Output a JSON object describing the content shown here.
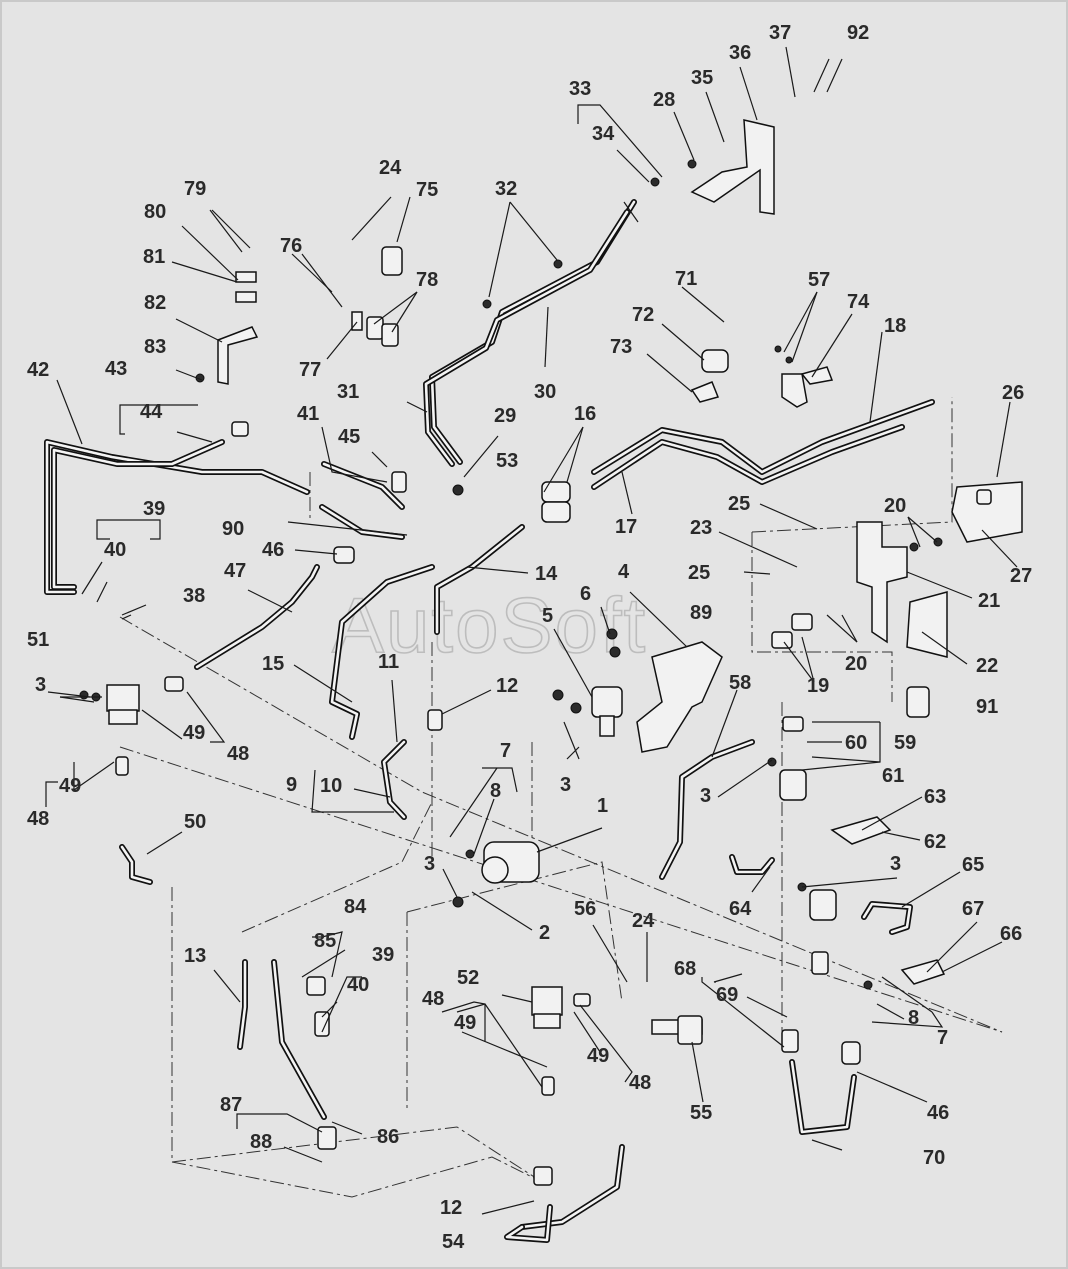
{
  "watermark": "AutoSoft",
  "callouts": [
    {
      "id": "c1",
      "t": "1"
    },
    {
      "id": "c2",
      "t": "2"
    },
    {
      "id": "c3a",
      "t": "3"
    },
    {
      "id": "c3b",
      "t": "3"
    },
    {
      "id": "c3c",
      "t": "3"
    },
    {
      "id": "c3d",
      "t": "3"
    },
    {
      "id": "c3e",
      "t": "3"
    },
    {
      "id": "c4",
      "t": "4"
    },
    {
      "id": "c5",
      "t": "5"
    },
    {
      "id": "c6",
      "t": "6"
    },
    {
      "id": "c7a",
      "t": "7"
    },
    {
      "id": "c7b",
      "t": "7"
    },
    {
      "id": "c8a",
      "t": "8"
    },
    {
      "id": "c8b",
      "t": "8"
    },
    {
      "id": "c9",
      "t": "9"
    },
    {
      "id": "c10",
      "t": "10"
    },
    {
      "id": "c11",
      "t": "11"
    },
    {
      "id": "c12a",
      "t": "12"
    },
    {
      "id": "c12b",
      "t": "12"
    },
    {
      "id": "c13",
      "t": "13"
    },
    {
      "id": "c14",
      "t": "14"
    },
    {
      "id": "c15",
      "t": "15"
    },
    {
      "id": "c16",
      "t": "16"
    },
    {
      "id": "c17",
      "t": "17"
    },
    {
      "id": "c18",
      "t": "18"
    },
    {
      "id": "c19",
      "t": "19"
    },
    {
      "id": "c20a",
      "t": "20"
    },
    {
      "id": "c20b",
      "t": "20"
    },
    {
      "id": "c21",
      "t": "21"
    },
    {
      "id": "c22",
      "t": "22"
    },
    {
      "id": "c23",
      "t": "23"
    },
    {
      "id": "c24a",
      "t": "24"
    },
    {
      "id": "c24b",
      "t": "24"
    },
    {
      "id": "c25a",
      "t": "25"
    },
    {
      "id": "c25b",
      "t": "25"
    },
    {
      "id": "c26",
      "t": "26"
    },
    {
      "id": "c27",
      "t": "27"
    },
    {
      "id": "c28",
      "t": "28"
    },
    {
      "id": "c29",
      "t": "29"
    },
    {
      "id": "c30",
      "t": "30"
    },
    {
      "id": "c31",
      "t": "31"
    },
    {
      "id": "c32",
      "t": "32"
    },
    {
      "id": "c33",
      "t": "33"
    },
    {
      "id": "c34",
      "t": "34"
    },
    {
      "id": "c35",
      "t": "35"
    },
    {
      "id": "c36",
      "t": "36"
    },
    {
      "id": "c37",
      "t": "37"
    },
    {
      "id": "c38",
      "t": "38"
    },
    {
      "id": "c39a",
      "t": "39"
    },
    {
      "id": "c39b",
      "t": "39"
    },
    {
      "id": "c40a",
      "t": "40"
    },
    {
      "id": "c40b",
      "t": "40"
    },
    {
      "id": "c41",
      "t": "41"
    },
    {
      "id": "c42",
      "t": "42"
    },
    {
      "id": "c43",
      "t": "43"
    },
    {
      "id": "c44",
      "t": "44"
    },
    {
      "id": "c45",
      "t": "45"
    },
    {
      "id": "c46a",
      "t": "46"
    },
    {
      "id": "c46b",
      "t": "46"
    },
    {
      "id": "c47",
      "t": "47"
    },
    {
      "id": "c48a",
      "t": "48"
    },
    {
      "id": "c48b",
      "t": "48"
    },
    {
      "id": "c48c",
      "t": "48"
    },
    {
      "id": "c48d",
      "t": "48"
    },
    {
      "id": "c49a",
      "t": "49"
    },
    {
      "id": "c49b",
      "t": "49"
    },
    {
      "id": "c49c",
      "t": "49"
    },
    {
      "id": "c49d",
      "t": "49"
    },
    {
      "id": "c50",
      "t": "50"
    },
    {
      "id": "c51",
      "t": "51"
    },
    {
      "id": "c52",
      "t": "52"
    },
    {
      "id": "c53",
      "t": "53"
    },
    {
      "id": "c54",
      "t": "54"
    },
    {
      "id": "c55",
      "t": "55"
    },
    {
      "id": "c56",
      "t": "56"
    },
    {
      "id": "c57",
      "t": "57"
    },
    {
      "id": "c58",
      "t": "58"
    },
    {
      "id": "c59",
      "t": "59"
    },
    {
      "id": "c60",
      "t": "60"
    },
    {
      "id": "c61",
      "t": "61"
    },
    {
      "id": "c62",
      "t": "62"
    },
    {
      "id": "c63",
      "t": "63"
    },
    {
      "id": "c64",
      "t": "64"
    },
    {
      "id": "c65",
      "t": "65"
    },
    {
      "id": "c66",
      "t": "66"
    },
    {
      "id": "c67",
      "t": "67"
    },
    {
      "id": "c68",
      "t": "68"
    },
    {
      "id": "c69",
      "t": "69"
    },
    {
      "id": "c70",
      "t": "70"
    },
    {
      "id": "c71",
      "t": "71"
    },
    {
      "id": "c72",
      "t": "72"
    },
    {
      "id": "c73",
      "t": "73"
    },
    {
      "id": "c74",
      "t": "74"
    },
    {
      "id": "c75",
      "t": "75"
    },
    {
      "id": "c76",
      "t": "76"
    },
    {
      "id": "c77",
      "t": "77"
    },
    {
      "id": "c78",
      "t": "78"
    },
    {
      "id": "c79",
      "t": "79"
    },
    {
      "id": "c80",
      "t": "80"
    },
    {
      "id": "c81",
      "t": "81"
    },
    {
      "id": "c82",
      "t": "82"
    },
    {
      "id": "c83",
      "t": "83"
    },
    {
      "id": "c84",
      "t": "84"
    },
    {
      "id": "c85",
      "t": "85"
    },
    {
      "id": "c86",
      "t": "86"
    },
    {
      "id": "c87",
      "t": "87"
    },
    {
      "id": "c88",
      "t": "88"
    },
    {
      "id": "c89",
      "t": "89"
    },
    {
      "id": "c90",
      "t": "90"
    },
    {
      "id": "c91",
      "t": "91"
    },
    {
      "id": "c92",
      "t": "92"
    }
  ]
}
